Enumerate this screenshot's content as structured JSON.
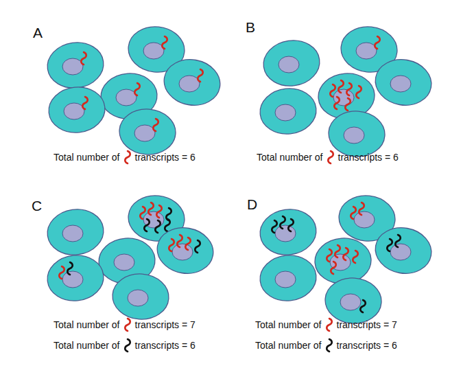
{
  "diagram": {
    "labels": [
      "A",
      "Total number of",
      "transcripts = 6",
      "B",
      "Total number of",
      "transcripts = 6",
      "C",
      "Total number of",
      "transcripts = 7",
      "Total number of",
      "transcripts = 6",
      "D",
      "Total number of",
      "transcripts = 7",
      "Total number of",
      "transcripts = 6"
    ]
  }
}
